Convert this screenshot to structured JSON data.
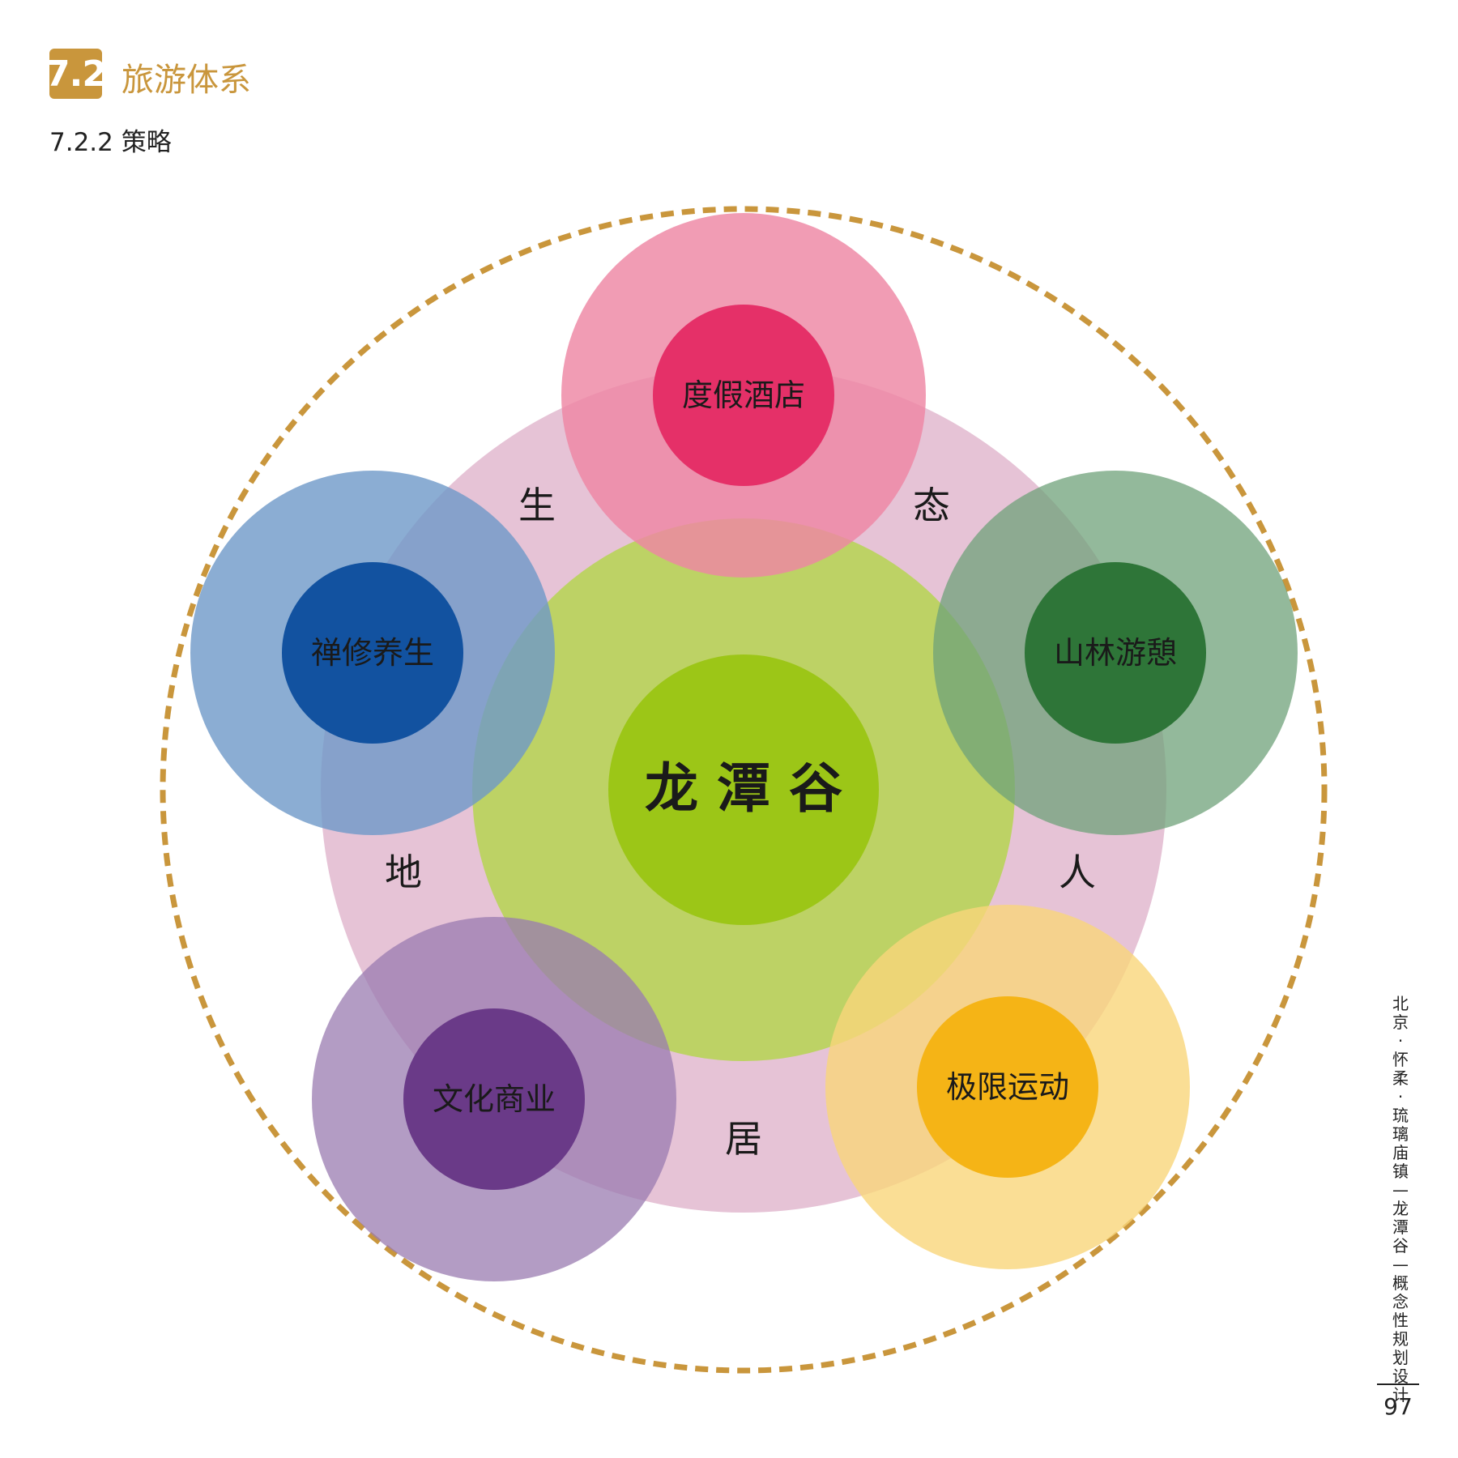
{
  "header": {
    "section_number": "7.2",
    "section_title": "旅游体系",
    "subsection": "7.2.2 策略"
  },
  "diagram": {
    "center_label": "龙 潭 谷",
    "colors": {
      "accent": "#c9963c",
      "ring": "#e6c3d6",
      "center_outer": "#b7d455",
      "center_inner": "#9cc617"
    },
    "petals": [
      {
        "label": "度假酒店",
        "outer": "#ee86a4",
        "inner": "#e53068"
      },
      {
        "label": "山林游憩",
        "outer": "#6fa27a",
        "inner": "#2e7538"
      },
      {
        "label": "极限运动",
        "outer": "#f9d67a",
        "inner": "#f5b416"
      },
      {
        "label": "文化商业",
        "outer": "#9a7bb0",
        "inner": "#6a3a88"
      },
      {
        "label": "禅修养生",
        "outer": "#6e98c8",
        "inner": "#1252a0"
      }
    ],
    "ring_words": [
      "生",
      "态",
      "人",
      "居",
      "地"
    ]
  },
  "footer": {
    "side_title": "北京·怀柔·琉璃庙镇—龙潭谷—概念性规划设计",
    "page_number": "97"
  }
}
